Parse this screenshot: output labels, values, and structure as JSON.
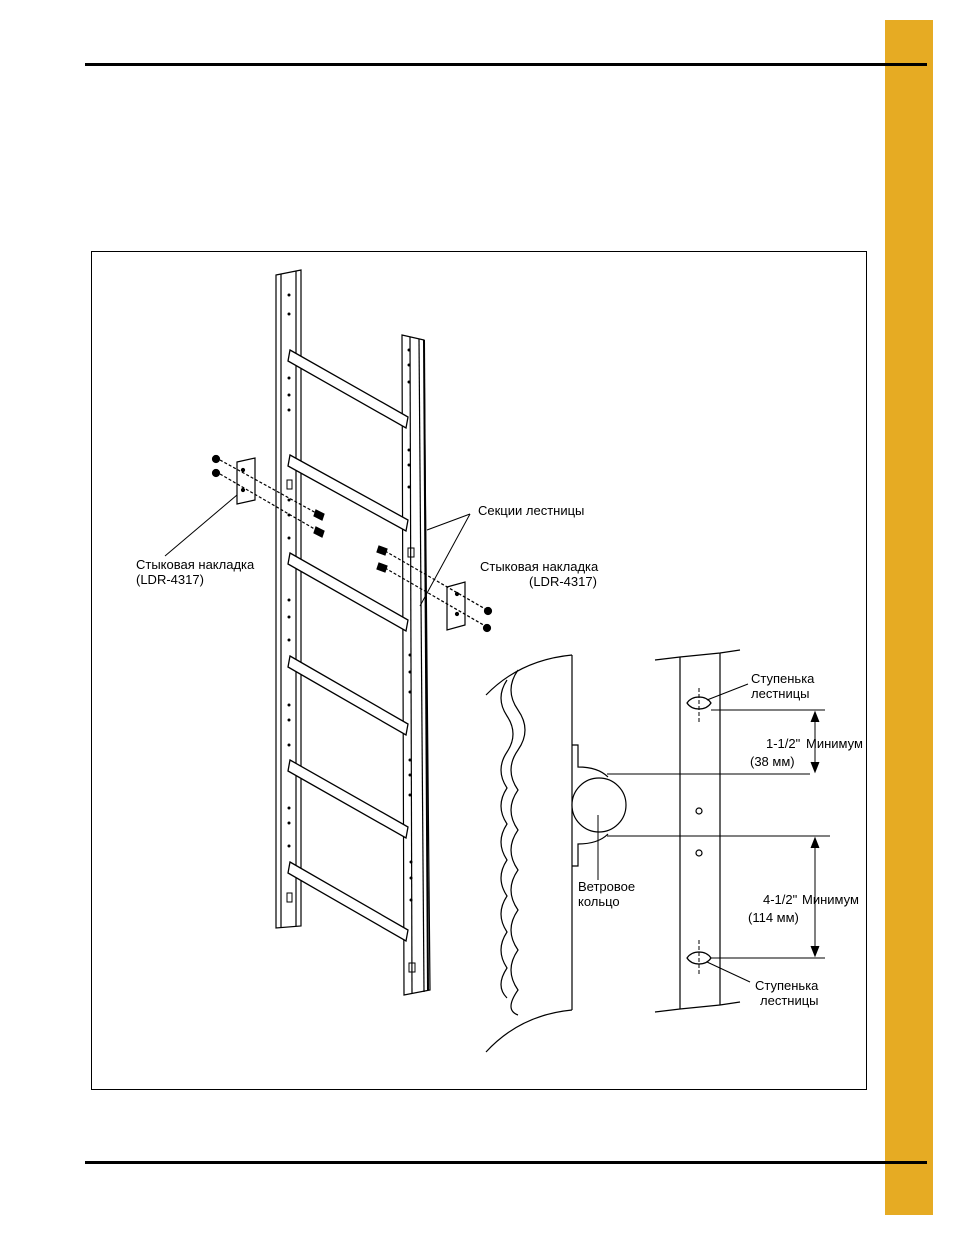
{
  "figure": {
    "labels": {
      "splice_plate_left_1": "Стыковая накладка",
      "splice_plate_left_2": "(LDR-4317)",
      "splice_plate_right_1": "Стыковая накладка",
      "splice_plate_right_2": "(LDR-4317)",
      "ladder_sections": "Секции лестницы",
      "rung_top_1": "Ступенька",
      "rung_top_2": "лестницы",
      "min_15_a": "1-1/2\"",
      "min_15_b": "Минимум",
      "min_15_mm": "(38 мм)",
      "wind_ring_1": "Ветровое",
      "wind_ring_2": "кольцо",
      "min_45_a": "4-1/2\"",
      "min_45_b": "Минимум",
      "min_45_mm": "(114 мм)",
      "rung_bottom_1": "Ступенька",
      "rung_bottom_2": "лестницы"
    }
  },
  "colors": {
    "tab": "#e6ab23",
    "ink": "#000000"
  }
}
